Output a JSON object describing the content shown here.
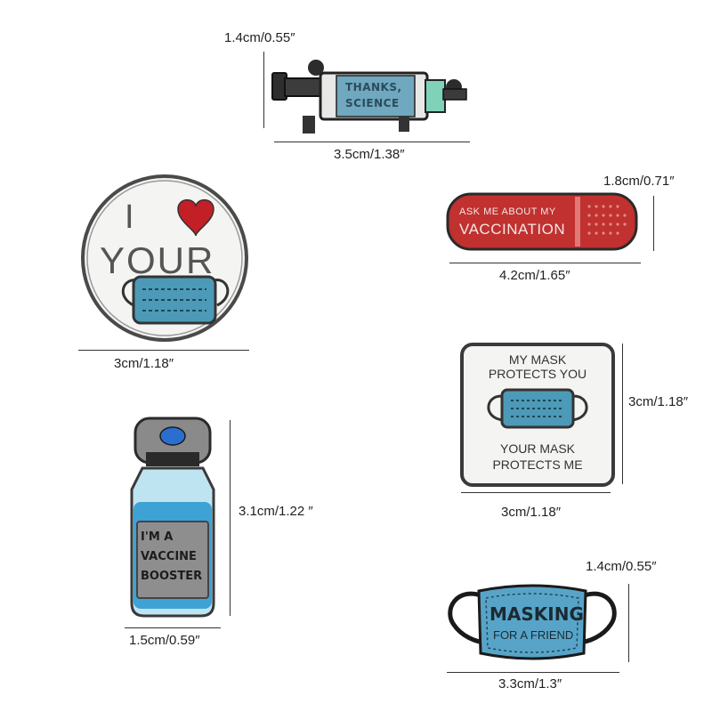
{
  "dimensions": {
    "syringe_height": "1.4cm/0.55″",
    "syringe_width": "3.5cm/1.38″",
    "bandage_height": "1.8cm/0.71″",
    "bandage_width": "4.2cm/1.65″",
    "heart_width": "3cm/1.18″",
    "square_height": "3cm/1.18″",
    "square_width": "3cm/1.18″",
    "vial_height": "3.1cm/1.22 ″",
    "vial_width": "1.5cm/0.59″",
    "mask_height": "1.4cm/0.55″",
    "mask_width": "3.3cm/1.3″"
  },
  "pins": {
    "syringe": {
      "line1": "THANKS,",
      "line2": "SCIENCE"
    },
    "bandage": {
      "line1": "ASK ME ABOUT MY",
      "line2": "VACCINATION"
    },
    "heart": {
      "line1": "I",
      "line2": "YOUR"
    },
    "square": {
      "line1": "MY MASK",
      "line2": "PROTECTS YOU",
      "line3": "YOUR MASK",
      "line4": "PROTECTS ME"
    },
    "vial": {
      "line1": "I'M A",
      "line2": "VACCINE",
      "line3": "BOOSTER"
    },
    "mask": {
      "line1": "MASKING",
      "line2": "FOR A FRIEND"
    }
  },
  "colors": {
    "enamel_blue": "#5aa3c6",
    "enamel_red": "#c0312f",
    "enamel_white": "#f4f4f2",
    "metal_dark": "#3a3a3a"
  }
}
